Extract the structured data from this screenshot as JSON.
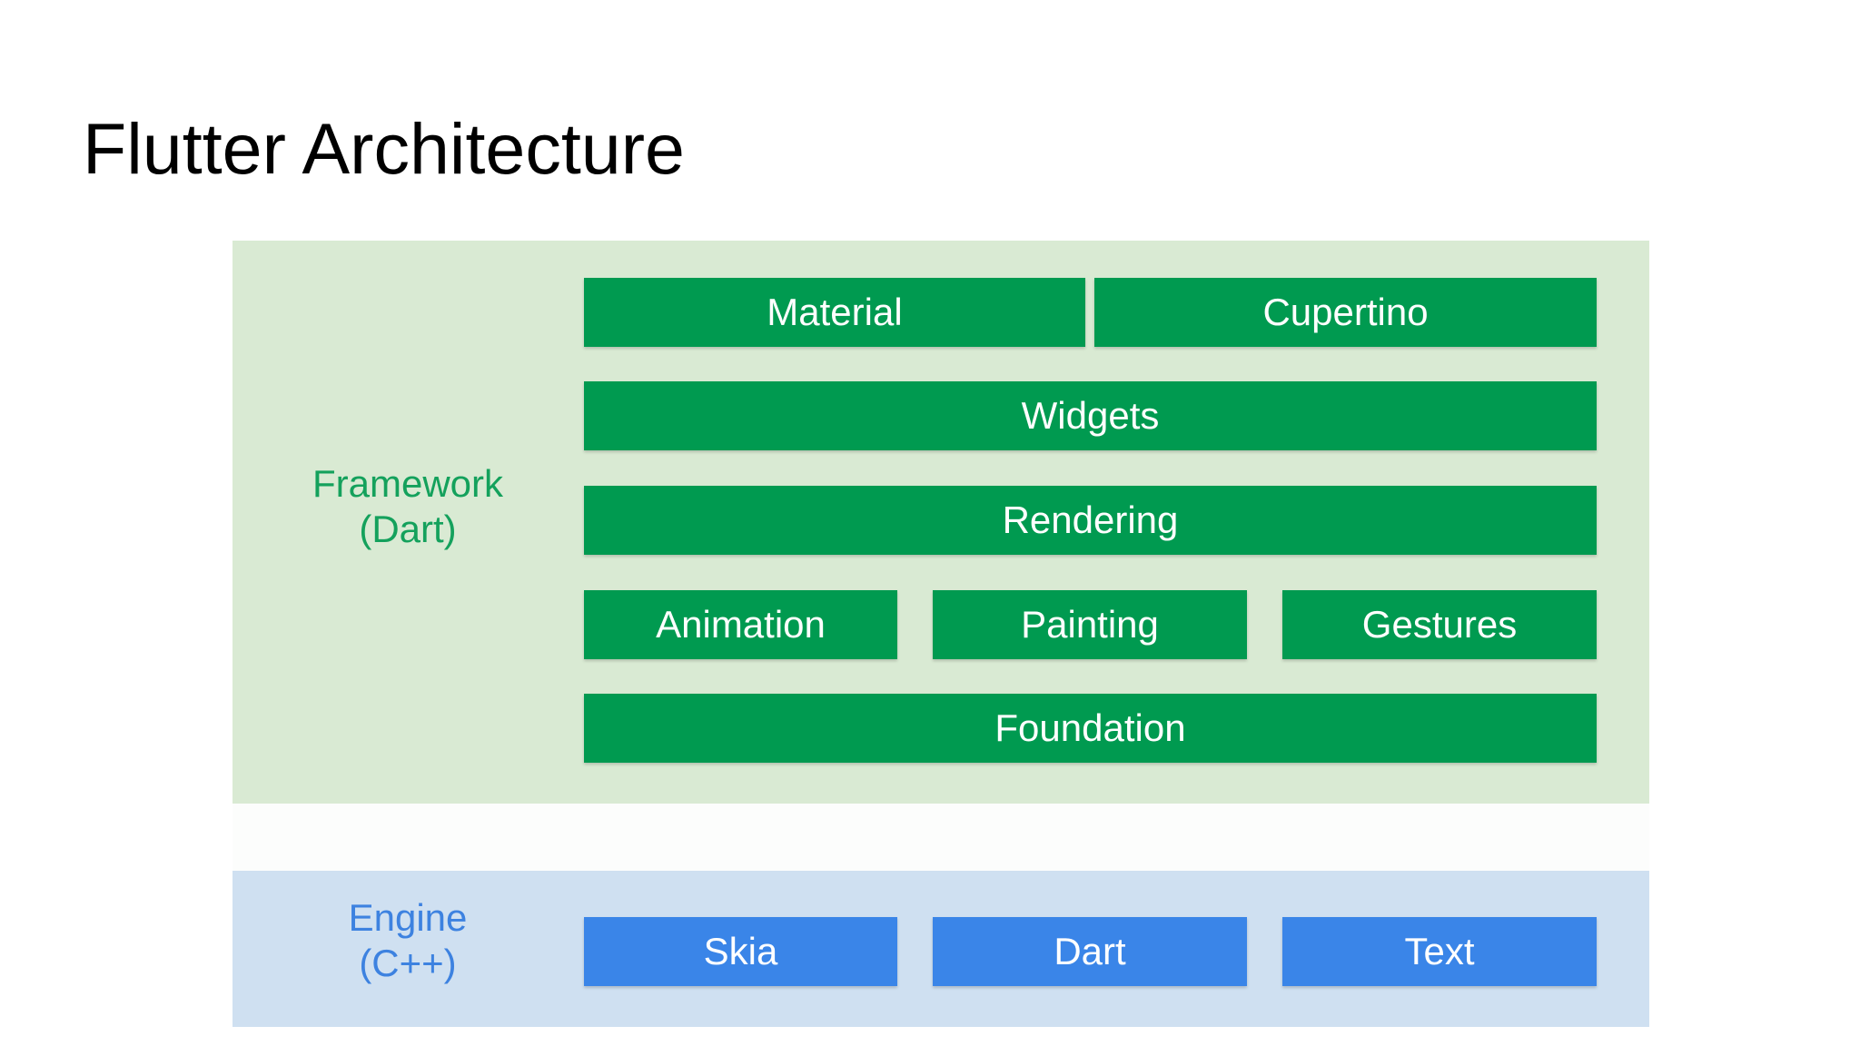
{
  "title": "Flutter Architecture",
  "colors": {
    "framework_bg": "#d9ead3",
    "framework_block": "#009a50",
    "framework_text": "#14a15c",
    "engine_bg": "#cfe0f1",
    "engine_block": "#3a85e8",
    "engine_text": "#3d82e0"
  },
  "framework": {
    "label_line1": "Framework",
    "label_line2": "(Dart)",
    "blocks": {
      "material": "Material",
      "cupertino": "Cupertino",
      "widgets": "Widgets",
      "rendering": "Rendering",
      "animation": "Animation",
      "painting": "Painting",
      "gestures": "Gestures",
      "foundation": "Foundation"
    }
  },
  "engine": {
    "label_line1": "Engine",
    "label_line2": "(C++)",
    "blocks": {
      "skia": "Skia",
      "dart": "Dart",
      "text": "Text"
    }
  }
}
